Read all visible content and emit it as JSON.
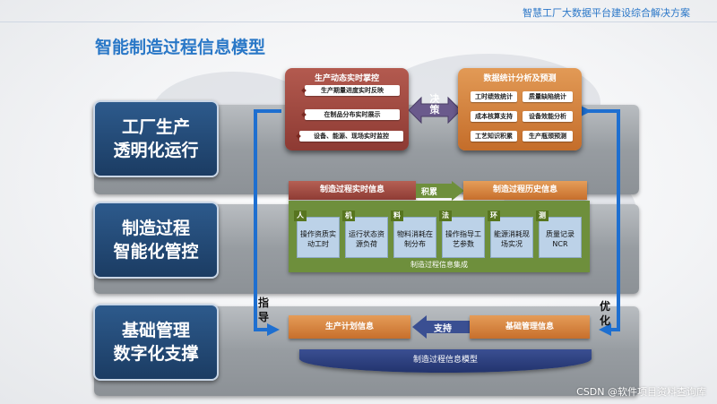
{
  "header": {
    "subtitle": "智慧工厂大数据平台建设综合解决方案",
    "title": "智能制造过程信息模型"
  },
  "layers": [
    {
      "line1": "工厂生产",
      "line2": "透明化运行"
    },
    {
      "line1": "制造过程",
      "line2": "智能化管控"
    },
    {
      "line1": "基础管理",
      "line2": "数字化支撑"
    }
  ],
  "top_left": {
    "title": "生产动态实时掌控",
    "items": [
      "生产期量进度实时反映",
      "在制品分布实时展示",
      "设备、能源、现场实时监控"
    ]
  },
  "top_right": {
    "title": "数据统计分析及预测",
    "items": [
      "工时绩效统计",
      "质量缺陷统计",
      "成本核算支持",
      "设备效能分析",
      "工艺知识积累",
      "生产瓶颈预测"
    ]
  },
  "decision": {
    "c1": "决",
    "c2": "策"
  },
  "middle": {
    "realtime": "制造过程实时信息",
    "history": "制造过程历史信息",
    "accumulate": "积累",
    "footer": "制造过程信息集成",
    "factors": [
      {
        "tag": "人",
        "text": "操作资质实动工时"
      },
      {
        "tag": "机",
        "text": "运行状态资源负荷"
      },
      {
        "tag": "料",
        "text": "物料消耗在制分布"
      },
      {
        "tag": "法",
        "text": "操作指导工艺参数"
      },
      {
        "tag": "环",
        "text": "能源消耗现场实况"
      },
      {
        "tag": "测",
        "text": "质量记录NCR"
      }
    ]
  },
  "bottom": {
    "plan": "生产计划信息",
    "support": "支持",
    "base": "基础管理信息",
    "model": "制造过程信息模型"
  },
  "side": {
    "guide1": "指",
    "guide2": "导",
    "opt1": "优",
    "opt2": "化"
  },
  "watermark": "CSDN @软件项目资料查询库",
  "colors": {
    "accent_blue": "#2a78c7",
    "layer_blue": "#1b3c63",
    "dark_red": "#8d3a33",
    "orange": "#c46d2a",
    "green": "#6e8f3c"
  }
}
